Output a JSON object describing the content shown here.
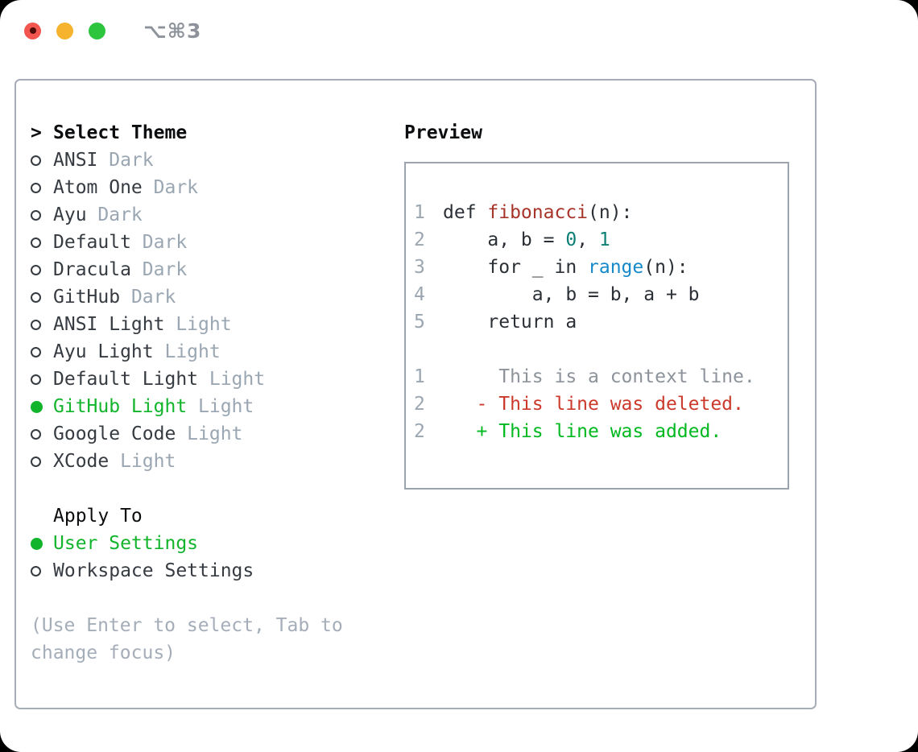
{
  "window": {
    "title": "⌥⌘3",
    "traffic_lights": [
      "close",
      "minimize",
      "zoom"
    ]
  },
  "theme_picker": {
    "header": {
      "marker": ">",
      "label": "Select Theme"
    },
    "items": [
      {
        "name": "ANSI",
        "variant": "Dark",
        "selected": false
      },
      {
        "name": "Atom One",
        "variant": "Dark",
        "selected": false
      },
      {
        "name": "Ayu",
        "variant": "Dark",
        "selected": false
      },
      {
        "name": "Default",
        "variant": "Dark",
        "selected": false
      },
      {
        "name": "Dracula",
        "variant": "Dark",
        "selected": false
      },
      {
        "name": "GitHub",
        "variant": "Dark",
        "selected": false
      },
      {
        "name": "ANSI Light",
        "variant": "Light",
        "selected": false
      },
      {
        "name": "Ayu Light",
        "variant": "Light",
        "selected": false
      },
      {
        "name": "Default Light",
        "variant": "Light",
        "selected": false
      },
      {
        "name": "GitHub Light",
        "variant": "Light",
        "selected": true
      },
      {
        "name": "Google Code",
        "variant": "Light",
        "selected": false
      },
      {
        "name": "XCode",
        "variant": "Light",
        "selected": false
      }
    ]
  },
  "apply_to": {
    "label": "Apply To",
    "options": [
      {
        "name": "User Settings",
        "selected": true
      },
      {
        "name": "Workspace Settings",
        "selected": false
      }
    ]
  },
  "help_text": "(Use Enter to select, Tab to change focus)",
  "preview": {
    "label": "Preview",
    "code_lines": [
      {
        "num": "1",
        "tokens": [
          {
            "t": "def ",
            "c": "plain"
          },
          {
            "t": "fibonacci",
            "c": "func"
          },
          {
            "t": "(n):",
            "c": "plain"
          }
        ]
      },
      {
        "num": "2",
        "tokens": [
          {
            "t": "    a, b = ",
            "c": "plain"
          },
          {
            "t": "0",
            "c": "number"
          },
          {
            "t": ", ",
            "c": "plain"
          },
          {
            "t": "1",
            "c": "number"
          }
        ]
      },
      {
        "num": "3",
        "tokens": [
          {
            "t": "    for _ in ",
            "c": "plain"
          },
          {
            "t": "range",
            "c": "builtin"
          },
          {
            "t": "(n):",
            "c": "plain"
          }
        ]
      },
      {
        "num": "4",
        "tokens": [
          {
            "t": "        a, b = b, a + b",
            "c": "plain"
          }
        ]
      },
      {
        "num": "5",
        "tokens": [
          {
            "t": "    return a",
            "c": "plain"
          }
        ]
      }
    ],
    "diff_lines": [
      {
        "num": "1",
        "text": "     This is a context line.",
        "kind": "context"
      },
      {
        "num": "2",
        "text": "   - This line was deleted.",
        "kind": "deleted"
      },
      {
        "num": "2",
        "text": "   + This line was added.",
        "kind": "added"
      }
    ]
  },
  "colors": {
    "plain": "#2b3036",
    "func": "#a63429",
    "number": "#0c7e75",
    "builtin": "#1689c9",
    "context": "#8d939b",
    "deleted": "#cb392b",
    "added": "#00b81f",
    "selected": "#12b42c",
    "linenum": "#9ba6b1",
    "muted": "#9aa6b2",
    "help": "#a4adb8",
    "heading": "#0b0d0f",
    "item": "#363b42",
    "panel_border": "#a6adb6",
    "box_border": "#9ba4ad",
    "title": "#8e939b",
    "close": "#f2564e",
    "close_dot": "#4e0d09",
    "minimize": "#f5b32e",
    "zoom": "#2ec53e"
  }
}
